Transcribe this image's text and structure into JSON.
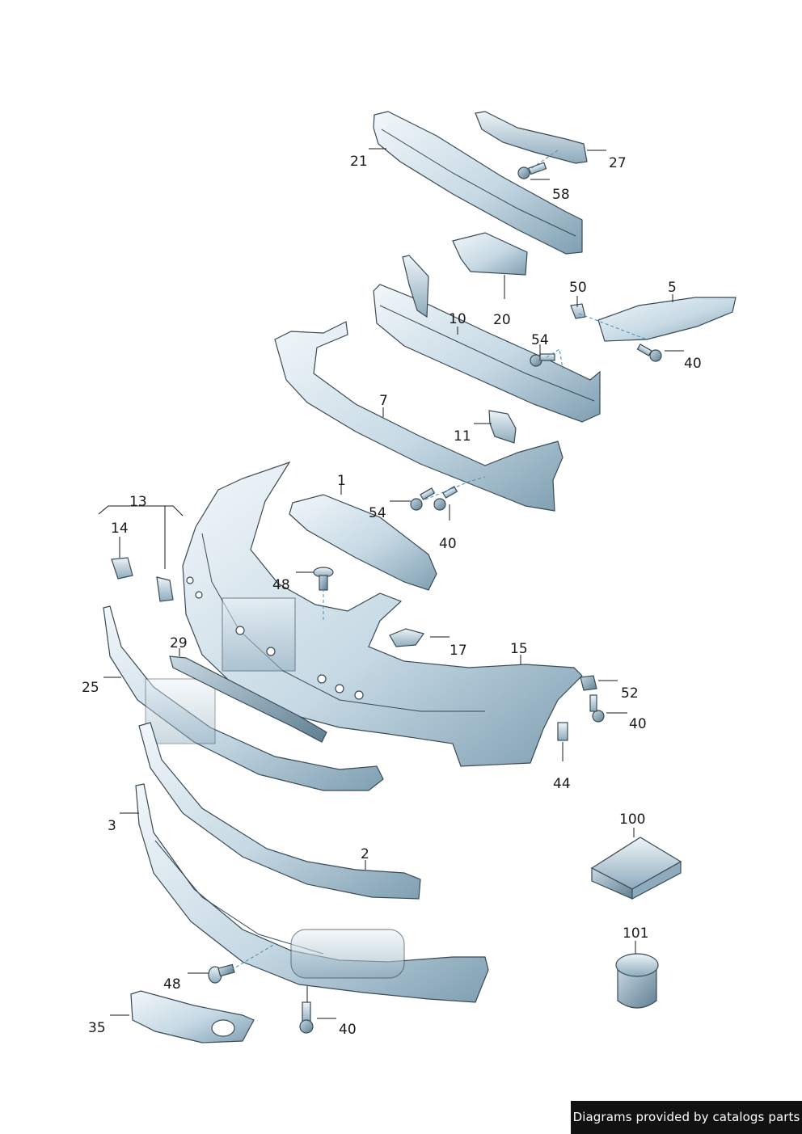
{
  "callouts": {
    "p21": "21",
    "p27": "27",
    "p58": "58",
    "p20": "20",
    "p50": "50",
    "p5": "5",
    "p10": "10",
    "p54a": "54",
    "p40a": "40",
    "p7": "7",
    "p11": "11",
    "p1": "1",
    "p54b": "54",
    "p40b": "40",
    "p13": "13",
    "p14": "14",
    "p48a": "48",
    "p17": "17",
    "p29": "29",
    "p15": "15",
    "p25": "25",
    "p52": "52",
    "p40c": "40",
    "p44": "44",
    "p100": "100",
    "p3": "3",
    "p2": "2",
    "p101": "101",
    "p48b": "48",
    "p35": "35",
    "p40d": "40"
  },
  "credit": "Diagrams provided by catalogs parts",
  "colors": {
    "part_light": "#eef4f8",
    "part_mid": "#b8cfdc",
    "part_dark": "#7f9fb2",
    "outline": "#3a4a55",
    "dashed_leader": "#4a90a8"
  }
}
